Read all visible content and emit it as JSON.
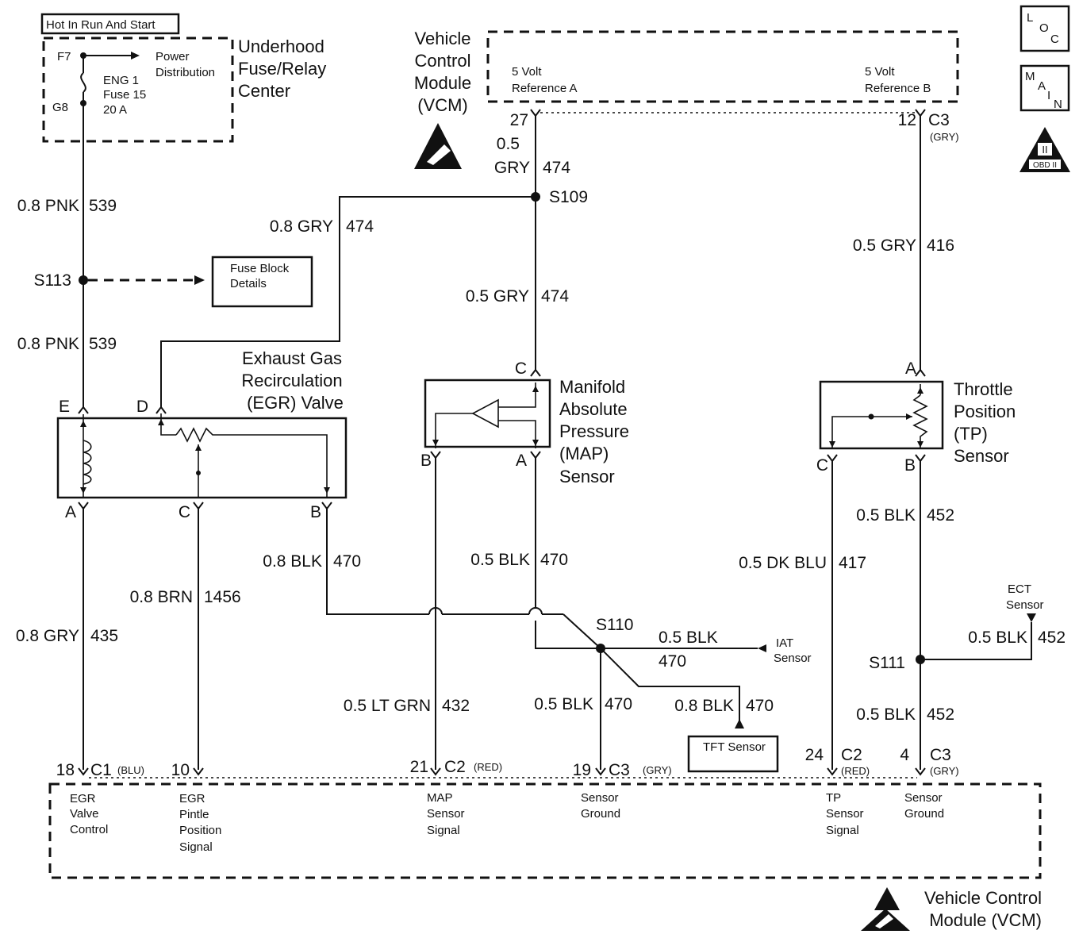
{
  "header_box": "Hot In Run And Start",
  "fuse_center": {
    "title": [
      "Underhood",
      "Fuse/Relay",
      "Center"
    ],
    "f7": "F7",
    "g8": "G8",
    "power_distribution": [
      "Power",
      "Distribution"
    ],
    "fuse": [
      "ENG 1",
      "Fuse 15",
      "20 A"
    ]
  },
  "vcm_top": {
    "title": [
      "Vehicle",
      "Control",
      "Module",
      "(VCM)"
    ],
    "ref_a": [
      "5 Volt",
      "Reference A"
    ],
    "ref_b": [
      "5 Volt",
      "Reference B"
    ],
    "pin_a": "27",
    "pin_b": "12",
    "conn_b": "C3",
    "conn_b_color": "(GRY)"
  },
  "badges": {
    "loc": [
      "L",
      "O",
      "C"
    ],
    "main": [
      "M",
      "A",
      "I",
      "N"
    ],
    "obd_roman": "II",
    "obd_text": "OBD II"
  },
  "splices": {
    "s109": "S109",
    "s113": "S113",
    "s110": "S110",
    "s111": "S111"
  },
  "wires": {
    "pnk_upper": [
      "0.8 PNK",
      "539"
    ],
    "pnk_lower": [
      "0.8 PNK",
      "539"
    ],
    "gry474_vcm": [
      "0.5",
      "GRY",
      "474"
    ],
    "gry474_egr": [
      "0.8 GRY",
      "474"
    ],
    "gry474_map": [
      "0.5 GRY",
      "474"
    ],
    "gry416": [
      "0.5 GRY",
      "416"
    ],
    "blk470_egr": [
      "0.8 BLK",
      "470"
    ],
    "blk470_map": [
      "0.5 BLK",
      "470"
    ],
    "brn1456": [
      "0.8 BRN",
      "1456"
    ],
    "gry435": [
      "0.8 GRY",
      "435"
    ],
    "ltgrn432": [
      "0.5 LT GRN",
      "432"
    ],
    "blk470_gnd": [
      "0.5 BLK",
      "470"
    ],
    "blk470_iat": [
      "0.5 BLK",
      "470"
    ],
    "blk470_tft": [
      "0.8 BLK",
      "470"
    ],
    "dkblu417": [
      "0.5 DK BLU",
      "417"
    ],
    "blk452_tp": [
      "0.5 BLK",
      "452"
    ],
    "blk452_gnd": [
      "0.5 BLK",
      "452"
    ],
    "blk452_ect": [
      "0.5 BLK",
      "452"
    ]
  },
  "fuse_block": [
    "Fuse Block",
    "Details"
  ],
  "egr_valve": {
    "title": [
      "Exhaust Gas",
      "Recirculation",
      "(EGR) Valve"
    ],
    "pins": {
      "e": "E",
      "d": "D",
      "a": "A",
      "c": "C",
      "b": "B"
    }
  },
  "map_sensor": {
    "title": [
      "Manifold",
      "Absolute",
      "Pressure",
      "(MAP)",
      "Sensor"
    ],
    "pins": {
      "c": "C",
      "b": "B",
      "a": "A"
    }
  },
  "tp_sensor": {
    "title": [
      "Throttle",
      "Position",
      "(TP)",
      "Sensor"
    ],
    "pins": {
      "a": "A",
      "c": "C",
      "b": "B"
    }
  },
  "iat_sensor": [
    "IAT",
    "Sensor"
  ],
  "ect_sensor": [
    "ECT",
    "Sensor"
  ],
  "tft_sensor": "TFT Sensor",
  "vcm_bottom": {
    "connectors": [
      {
        "pin": "18",
        "conn": "C1",
        "color": "(BLU)"
      },
      {
        "pin": "10"
      },
      {
        "pin": "21",
        "conn": "C2",
        "color": "(RED)"
      },
      {
        "pin": "19",
        "conn": "C3",
        "color": "(GRY)"
      },
      {
        "pin": "24",
        "conn": "C2",
        "color": "(RED)"
      },
      {
        "pin": "4",
        "conn": "C3",
        "color": "(GRY)"
      }
    ],
    "signals": {
      "egr_control": [
        "EGR",
        "Valve",
        "Control"
      ],
      "egr_pintle": [
        "EGR",
        "Pintle",
        "Position",
        "Signal"
      ],
      "map_signal": [
        "MAP",
        "Sensor",
        "Signal"
      ],
      "sensor_ground_1": [
        "Sensor",
        "Ground"
      ],
      "tp_signal": [
        "TP",
        "Sensor",
        "Signal"
      ],
      "sensor_ground_2": [
        "Sensor",
        "Ground"
      ]
    },
    "title": [
      "Vehicle Control",
      "Module (VCM)"
    ]
  },
  "colors": {
    "ink": "#111111",
    "background": "#ffffff"
  }
}
